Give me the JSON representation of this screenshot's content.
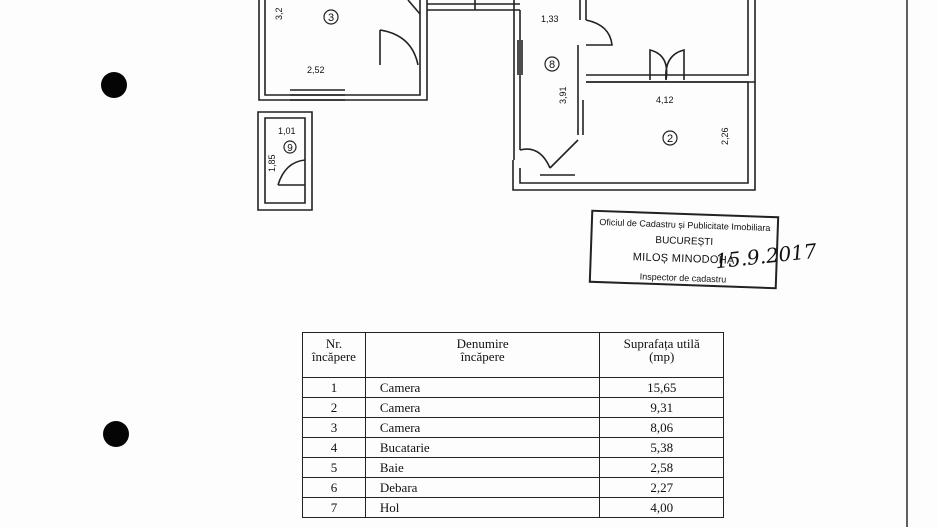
{
  "floor_plan": {
    "room_numbers": [
      "3",
      "8",
      "2",
      "9"
    ],
    "dimension_labels": [
      "3,2",
      "2,52",
      "1,33",
      "3,91",
      "4,12",
      "2,26",
      "1,01",
      "1,85"
    ]
  },
  "stamp": {
    "line1": "Oficiul de Cadastru și Publicitate Imobiliara",
    "line2": "BUCUREȘTI",
    "line3": "MILOȘ MINODOHA",
    "line4": "Inspector de cadastru",
    "signature_date": "15.9.2017"
  },
  "table": {
    "headers": {
      "nr": [
        "Nr.",
        "încăpere"
      ],
      "name": [
        "Denumire",
        "încăpere"
      ],
      "area": [
        "Suprafața utilă",
        "(mp)"
      ]
    },
    "rows": [
      {
        "nr": "1",
        "name": "Camera",
        "area": "15,65"
      },
      {
        "nr": "2",
        "name": "Camera",
        "area": "9,31"
      },
      {
        "nr": "3",
        "name": "Camera",
        "area": "8,06"
      },
      {
        "nr": "4",
        "name": "Bucatarie",
        "area": "5,38"
      },
      {
        "nr": "5",
        "name": "Baie",
        "area": "2,58"
      },
      {
        "nr": "6",
        "name": "Debara",
        "area": "2,27"
      },
      {
        "nr": "7",
        "name": "Hol",
        "area": "4,00"
      }
    ]
  }
}
